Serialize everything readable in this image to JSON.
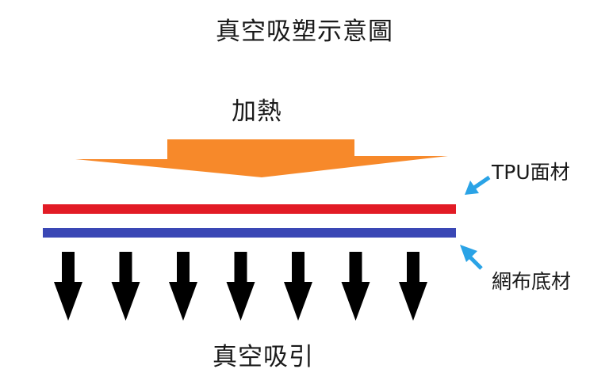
{
  "title": "真空吸塑示意圖",
  "heat_label": "加熱",
  "vacuum_label": "真空吸引",
  "tpu_label": "TPU面材",
  "mesh_label": "網布底材",
  "colors": {
    "heat_arrow": "#f7892a",
    "tpu_layer": "#e21b25",
    "mesh_layer": "#3a47b5",
    "callout_arrow": "#2aa3e6",
    "vacuum_arrows": "#000000"
  },
  "vacuum_arrow_count": 7
}
